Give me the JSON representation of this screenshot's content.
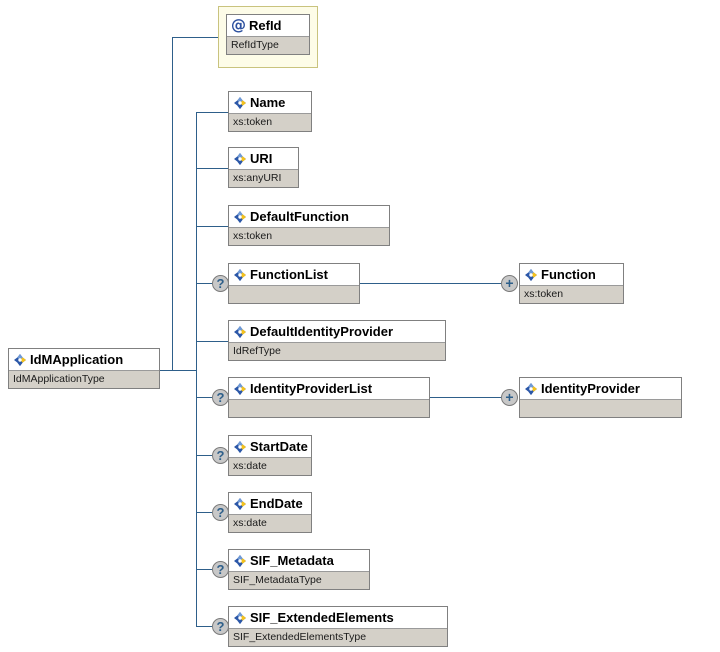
{
  "diagram": {
    "title": "IdMApplication XML schema element tree",
    "colors": {
      "connector": "#2e5f8a",
      "node_border": "#808080",
      "type_row": "#d4d0c8",
      "attribute_frame_fill": "#fdfce8",
      "attribute_frame_border": "#c9c37e",
      "marker_fill": "#c8c8c8",
      "icon_blue": "#2b57a8",
      "icon_yellow": "#f5c21b"
    },
    "root": {
      "name": "IdMApplication",
      "type": "IdMApplicationType",
      "icon": "element-icon",
      "occurrence": ""
    },
    "attributes": [
      {
        "name": "RefId",
        "type": "RefIdType",
        "icon": "attribute-icon",
        "occurrence": ""
      }
    ],
    "elements": [
      {
        "name": "Name",
        "type": "xs:token",
        "icon": "element-icon",
        "occurrence": "",
        "expandable": false
      },
      {
        "name": "URI",
        "type": "xs:anyURI",
        "icon": "element-icon",
        "occurrence": "",
        "expandable": false
      },
      {
        "name": "DefaultFunction",
        "type": "xs:token",
        "icon": "element-icon",
        "occurrence": "",
        "expandable": false
      },
      {
        "name": "FunctionList",
        "type": "",
        "icon": "element-icon",
        "occurrence": "?",
        "expandable": false
      },
      {
        "name": "DefaultIdentityProvider",
        "type": "IdRefType",
        "icon": "element-icon",
        "occurrence": "",
        "expandable": false
      },
      {
        "name": "IdentityProviderList",
        "type": "",
        "icon": "element-icon",
        "occurrence": "?",
        "expandable": false
      },
      {
        "name": "StartDate",
        "type": "xs:date",
        "icon": "element-icon",
        "occurrence": "?",
        "expandable": false
      },
      {
        "name": "EndDate",
        "type": "xs:date",
        "icon": "element-icon",
        "occurrence": "?",
        "expandable": false
      },
      {
        "name": "SIF_Metadata",
        "type": "SIF_MetadataType",
        "icon": "element-icon",
        "occurrence": "?",
        "expandable": false
      },
      {
        "name": "SIF_ExtendedElements",
        "type": "SIF_ExtendedElementsType",
        "icon": "element-icon",
        "occurrence": "?",
        "expandable": false
      }
    ],
    "children": [
      {
        "parent": "FunctionList",
        "name": "Function",
        "type": "xs:token",
        "icon": "element-icon",
        "expand_marker": "+"
      },
      {
        "parent": "IdentityProviderList",
        "name": "IdentityProvider",
        "type": "",
        "icon": "element-icon",
        "expand_marker": "+"
      }
    ]
  }
}
